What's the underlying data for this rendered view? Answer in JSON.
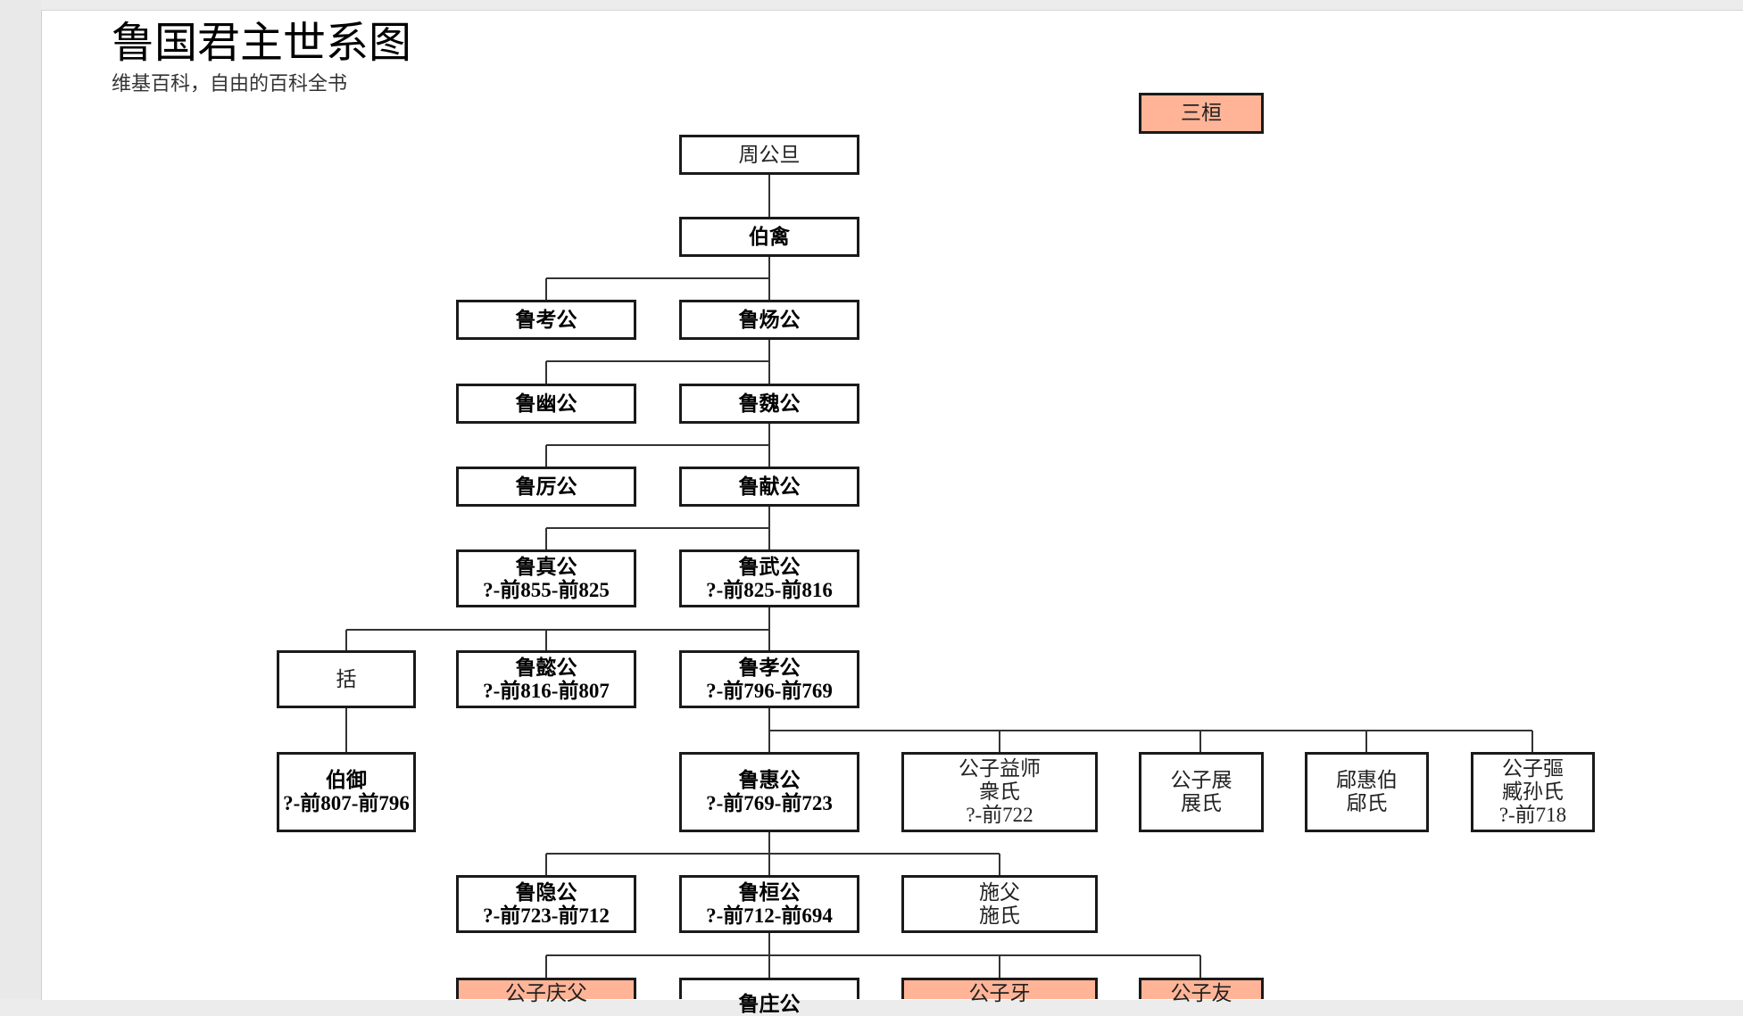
{
  "title": "鲁国君主世系图",
  "subtitle": "维基百科，自由的百科全书",
  "colors": {
    "highlight": "#ffb497",
    "border": "#1a1a1a",
    "line": "#333333"
  },
  "legend": {
    "label": "三桓"
  },
  "nodes": {
    "zhougongdan": [
      "周公旦"
    ],
    "boqin": [
      "伯禽"
    ],
    "kaogong": [
      "鲁考公"
    ],
    "yanggong": [
      "鲁炀公"
    ],
    "yougong": [
      "鲁幽公"
    ],
    "weigong": [
      "鲁魏公"
    ],
    "ligong": [
      "鲁厉公"
    ],
    "xiangong": [
      "鲁献公"
    ],
    "zhengong": [
      "鲁真公",
      "?-前855-前825"
    ],
    "wugong": [
      "鲁武公",
      "?-前825-前816"
    ],
    "kuo": [
      "括"
    ],
    "yigong": [
      "鲁懿公",
      "?-前816-前807"
    ],
    "xiaogong": [
      "鲁孝公",
      "?-前796-前769"
    ],
    "boyu": [
      "伯御",
      "?-前807-前796"
    ],
    "huigong": [
      "鲁惠公",
      "?-前769-前723"
    ],
    "yishi": [
      "公子益师",
      "衆氏",
      "?-前722"
    ],
    "zhan": [
      "公子展",
      "展氏"
    ],
    "houhuibo": [
      "郈惠伯",
      "郈氏"
    ],
    "kou": [
      "公子彄",
      "臧孙氏",
      "?-前718"
    ],
    "yingong": [
      "鲁隐公",
      "?-前723-前712"
    ],
    "huangong": [
      "鲁桓公",
      "?-前712-前694"
    ],
    "shifu": [
      "施父",
      "施氏"
    ],
    "qingfu": [
      "公子庆父"
    ],
    "zhuanggong": [
      "鲁庄公"
    ],
    "ya": [
      "公子牙"
    ],
    "you": [
      "公子友"
    ]
  }
}
